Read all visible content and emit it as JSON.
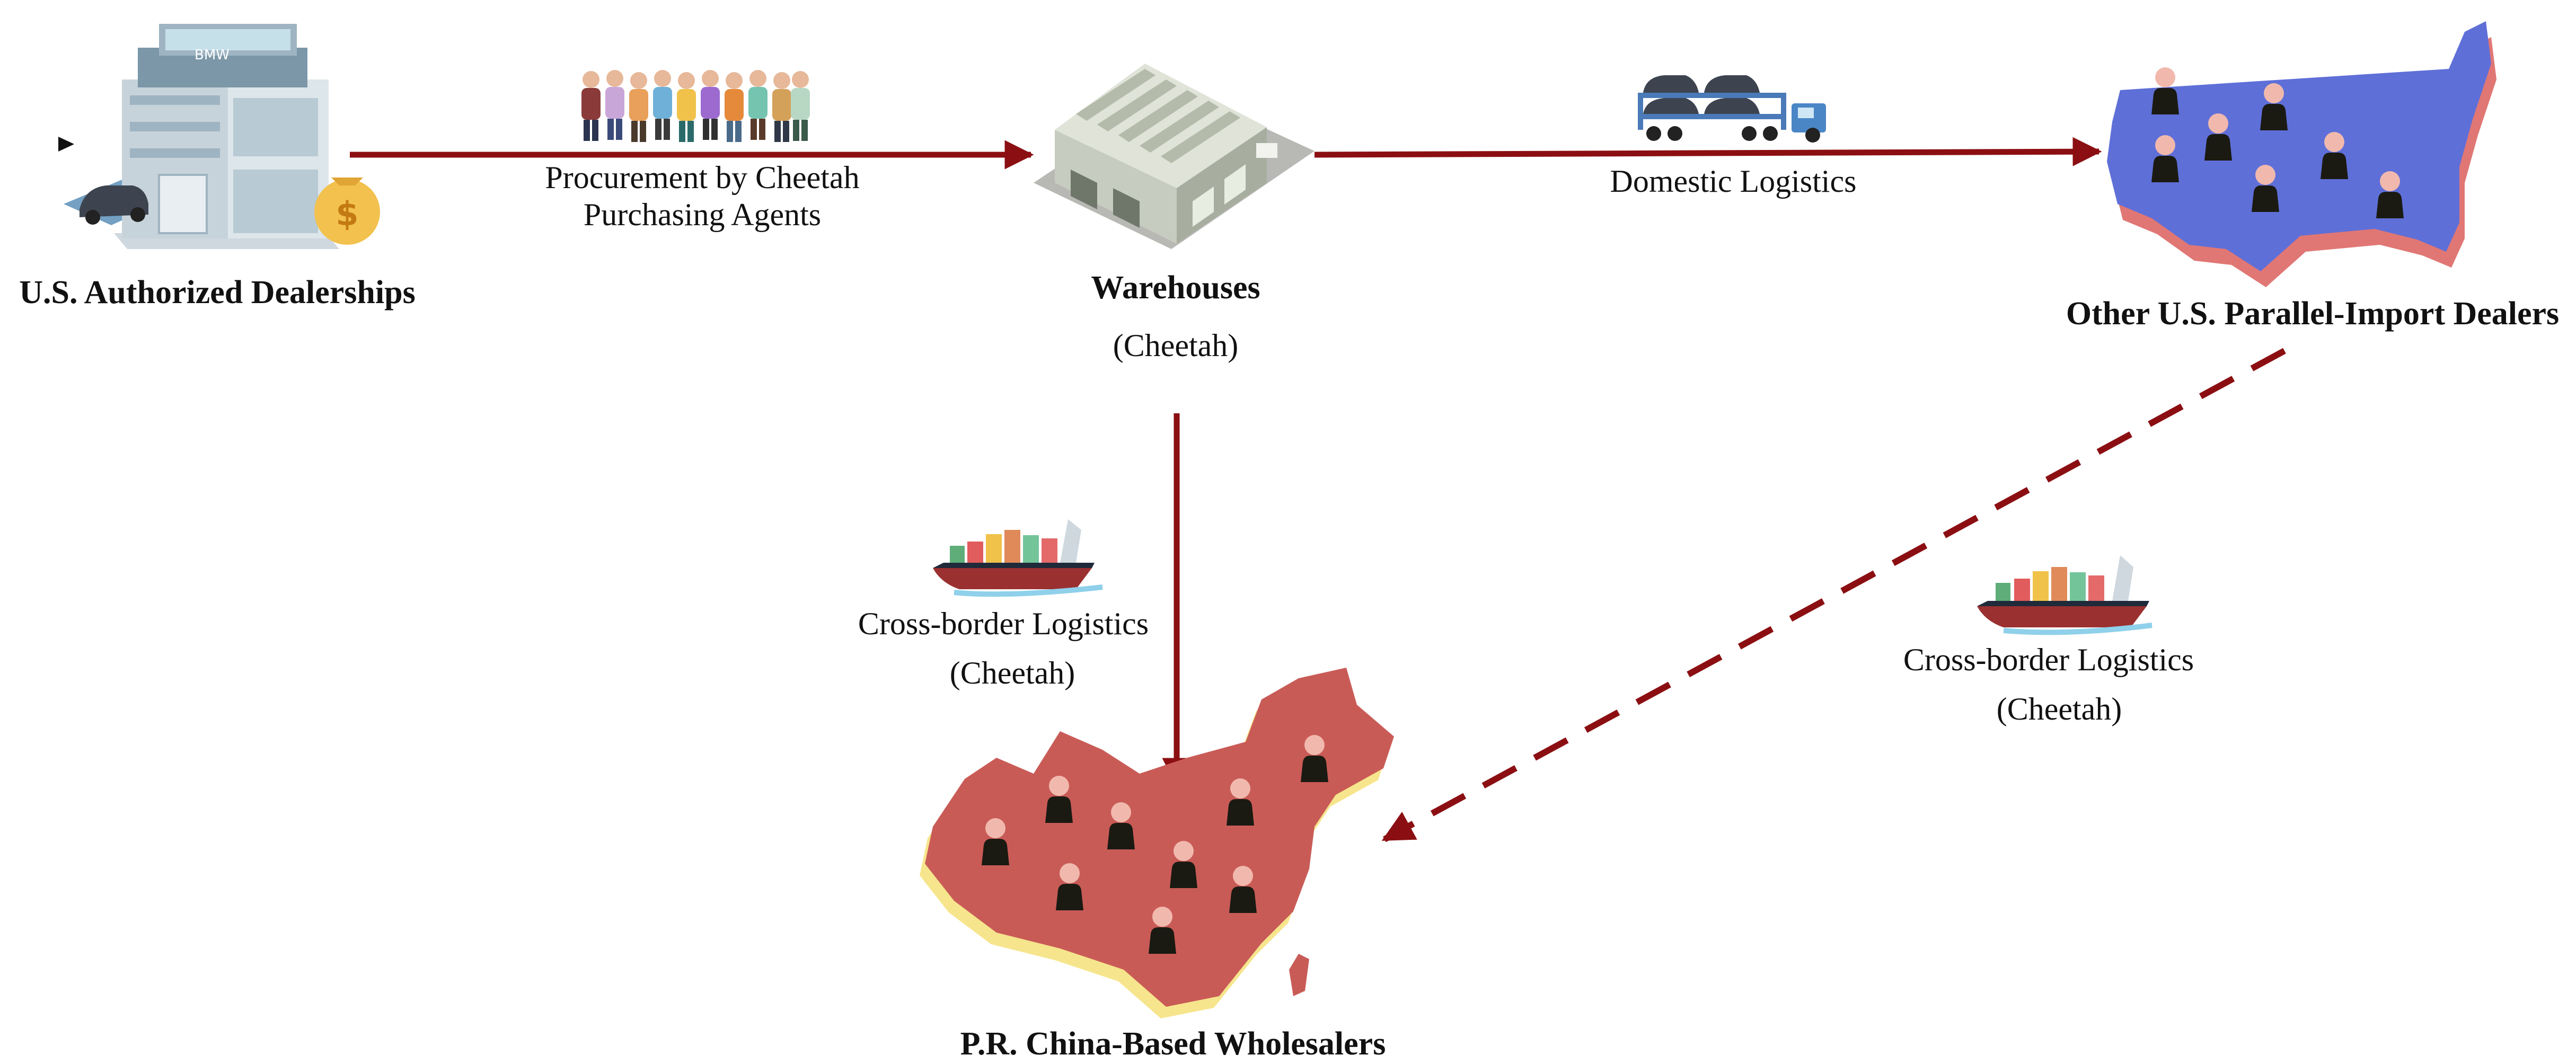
{
  "colors": {
    "arrow": "#8b0f12",
    "china_fill": "#c95b57",
    "china_coast": "#f6e58c",
    "usa_fill": "#5f6fd8",
    "usa_shadow": "#e07774",
    "person_body": "#1a1a12",
    "person_head": "#f1b9ad"
  },
  "nodes": {
    "dealerships": {
      "label": "U.S. Authorized Dealerships",
      "icon": "dealership-building-icon",
      "building_sign": "BMW"
    },
    "warehouses": {
      "label": "Warehouses",
      "sublabel": "(Cheetah)",
      "icon": "warehouse-icon"
    },
    "other_dealers": {
      "label": "Other U.S. Parallel-Import Dealers",
      "icon": "usa-map-icon"
    },
    "wholesalers": {
      "label": "P.R. China-Based Wholesalers",
      "icon": "china-map-icon"
    }
  },
  "edges": {
    "procurement": {
      "line1": "Procurement by Cheetah",
      "line2": "Purchasing Agents",
      "icon": "purchasing-agents-group-icon"
    },
    "domestic": {
      "label": "Domestic Logistics",
      "icon": "car-carrier-truck-icon"
    },
    "crossborder_warehouse": {
      "line1": "Cross-border Logistics",
      "line2": "(Cheetah)",
      "icon": "cargo-ship-icon"
    },
    "crossborder_dealers": {
      "line1": "Cross-border Logistics",
      "line2": "(Cheetah)",
      "icon": "cargo-ship-icon",
      "style": "dashed"
    }
  }
}
